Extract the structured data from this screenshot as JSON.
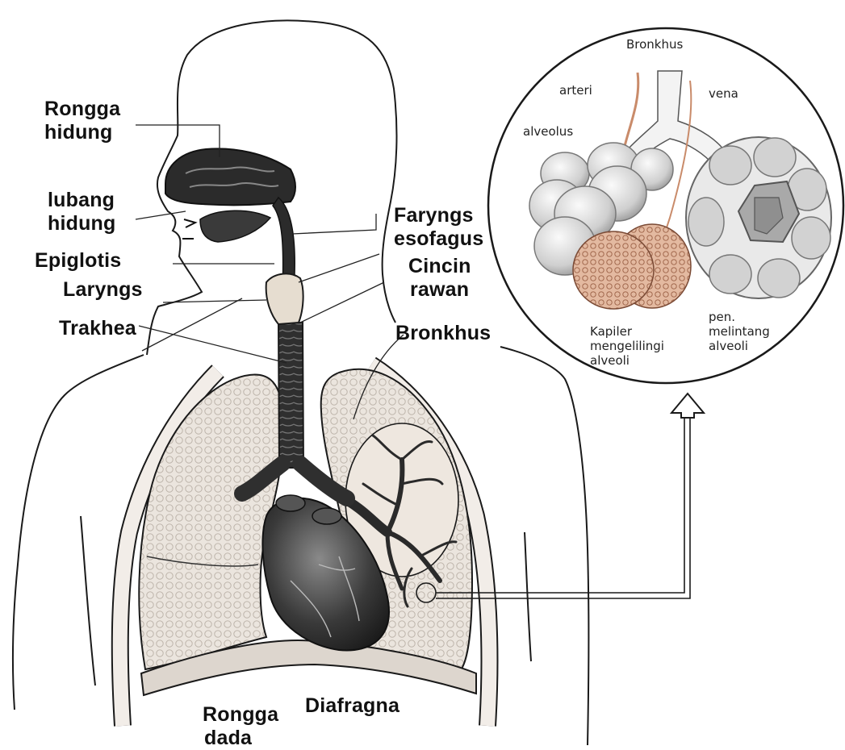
{
  "labels": {
    "rongga_hidung": [
      "Rongga",
      "hidung"
    ],
    "lubang_hidung": [
      "lubang",
      "hidung"
    ],
    "epiglotis": "Epiglotis",
    "laryngs": "Laryngs",
    "trakhea": "Trakhea",
    "faryngs": "Faryngs",
    "esofagus": "esofagus",
    "cincin_rawan": [
      "Cincin",
      "rawan"
    ],
    "bronkhus": "Bronkhus",
    "rongga_dada": [
      "Rongga",
      "dada"
    ],
    "diafragma": "Diafragna"
  },
  "inset": {
    "bronkhus": "Bronkhus",
    "arteri": "arteri",
    "vena": "vena",
    "alveolus": "alveolus",
    "kapiler": [
      "Kapiler",
      "mengelilingi",
      "alveoli"
    ],
    "penampang": [
      "pen.",
      "melintang",
      "alveoli"
    ]
  },
  "colors": {
    "outline": "#1a1a1a",
    "nasal_cavity": "#2b2b2b",
    "lung_fill": "#e9e3dc",
    "heart_fill": "#3a3a3a",
    "trachea_fill": "#333333",
    "alveolus_fill": "#d8d8d8",
    "capillary_fill": "#d9a98e",
    "artery_stroke": "#c98b6a"
  }
}
